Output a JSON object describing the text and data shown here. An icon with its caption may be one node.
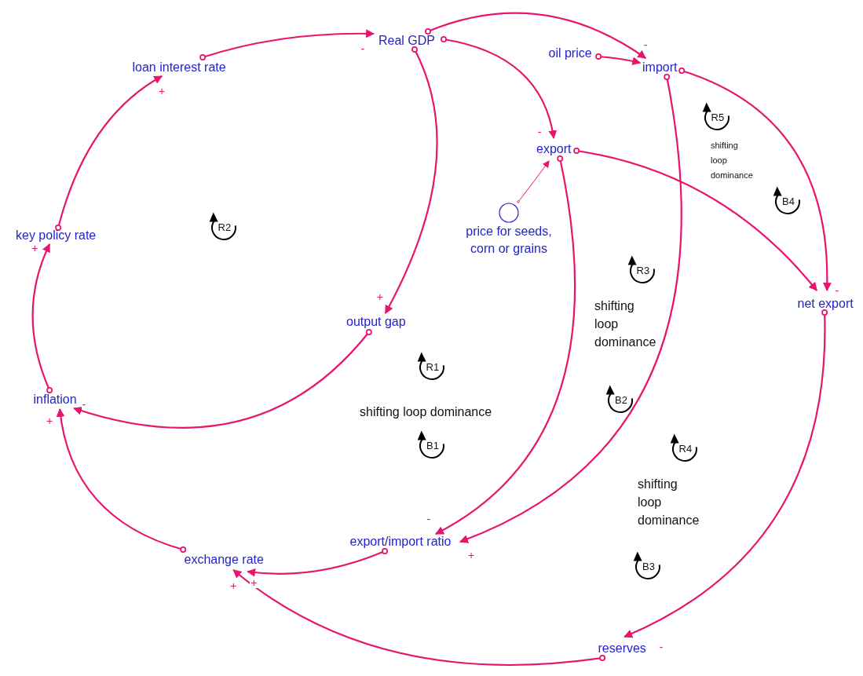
{
  "diagram": {
    "nodes": [
      {
        "text": [
          "Real GDP"
        ]
      },
      {
        "text": [
          "loan interest rate"
        ]
      },
      {
        "text": [
          "oil price"
        ]
      },
      {
        "text": [
          "import"
        ]
      },
      {
        "text": [
          "export"
        ]
      },
      {
        "text": [
          "price for seeds, corn or grains"
        ]
      },
      {
        "text": [
          "key policy rate"
        ]
      },
      {
        "text": [
          "net export"
        ]
      },
      {
        "text": [
          "output gap"
        ]
      },
      {
        "text": [
          "inflation"
        ]
      },
      {
        "text": [
          "export/import ratio"
        ]
      },
      {
        "text": [
          "exchange rate"
        ]
      },
      {
        "text": [
          "reserves"
        ]
      }
    ],
    "edges": [
      {
        "from": 1,
        "to": 0,
        "arrow": "to",
        "label": "-"
      },
      {
        "from": 0,
        "to": 3,
        "arrow": "to",
        "label": "-"
      },
      {
        "from": 0,
        "to": 4,
        "arrow": "to",
        "label": "-"
      },
      {
        "from": 0,
        "to": 8,
        "arrow": "to",
        "label": "+"
      },
      {
        "from": 2,
        "to": 3,
        "arrow": "to"
      },
      {
        "from": 3,
        "to": 7,
        "arrow": "to",
        "label": "-"
      },
      {
        "from": 3,
        "to": 10,
        "arrow": "to",
        "label": "+"
      },
      {
        "from": 4,
        "to": 7,
        "arrow": "to"
      },
      {
        "from": 4,
        "to": 10,
        "arrow": "to",
        "label": "-"
      },
      {
        "from": 5,
        "to": 4,
        "arrow": "to"
      },
      {
        "from": 6,
        "to": 1,
        "arrow": "to",
        "label": "+"
      },
      {
        "from": 9,
        "to": 6,
        "arrow": "to",
        "label": "+"
      },
      {
        "from": 8,
        "to": 9,
        "arrow": "to",
        "label": "-"
      },
      {
        "from": 11,
        "to": 9,
        "arrow": "to",
        "label": "+"
      },
      {
        "from": 10,
        "to": 11,
        "arrow": "to",
        "label": "+"
      },
      {
        "from": 7,
        "to": 12,
        "arrow": "to",
        "label": "-"
      },
      {
        "from": 12,
        "to": 11,
        "arrow": "to",
        "label": "+"
      }
    ],
    "labels": [
      "R5",
      "shifting loop dominance",
      "B4",
      "R2",
      "R3",
      "shifting loop dominance",
      "R1",
      "B2",
      "shifting loop dominance",
      "B1",
      "R4",
      "shifting loop dominance",
      "B3"
    ]
  }
}
